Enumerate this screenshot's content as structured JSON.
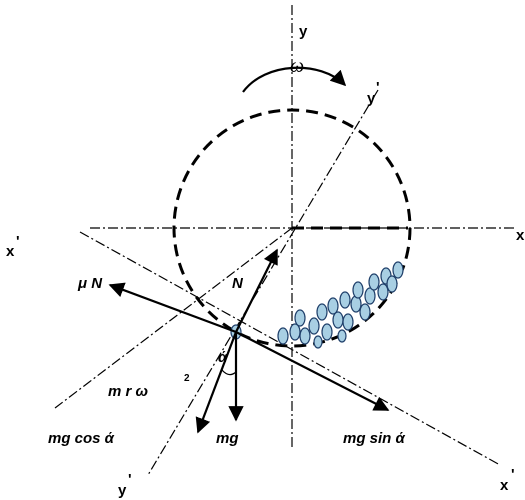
{
  "labels": {
    "y_top": "y",
    "y_prime_top": "y",
    "y_prime_bottom": "y",
    "x_right": "x",
    "x_prime_left": "x",
    "x_prime_bottom": "x",
    "prime_mark": "'",
    "omega": "ω",
    "friction": "μ N",
    "normal": "N",
    "alpha": "ά",
    "centripetal_base": "m r ω",
    "centripetal_exp": "2",
    "mg_cos": "mg cos ά",
    "mg": "mg",
    "mg_sin": "mg sin ά"
  },
  "colors": {
    "particle_fill": "#a8cfe3",
    "particle_stroke": "#1f3f6a",
    "line": "#000000"
  }
}
